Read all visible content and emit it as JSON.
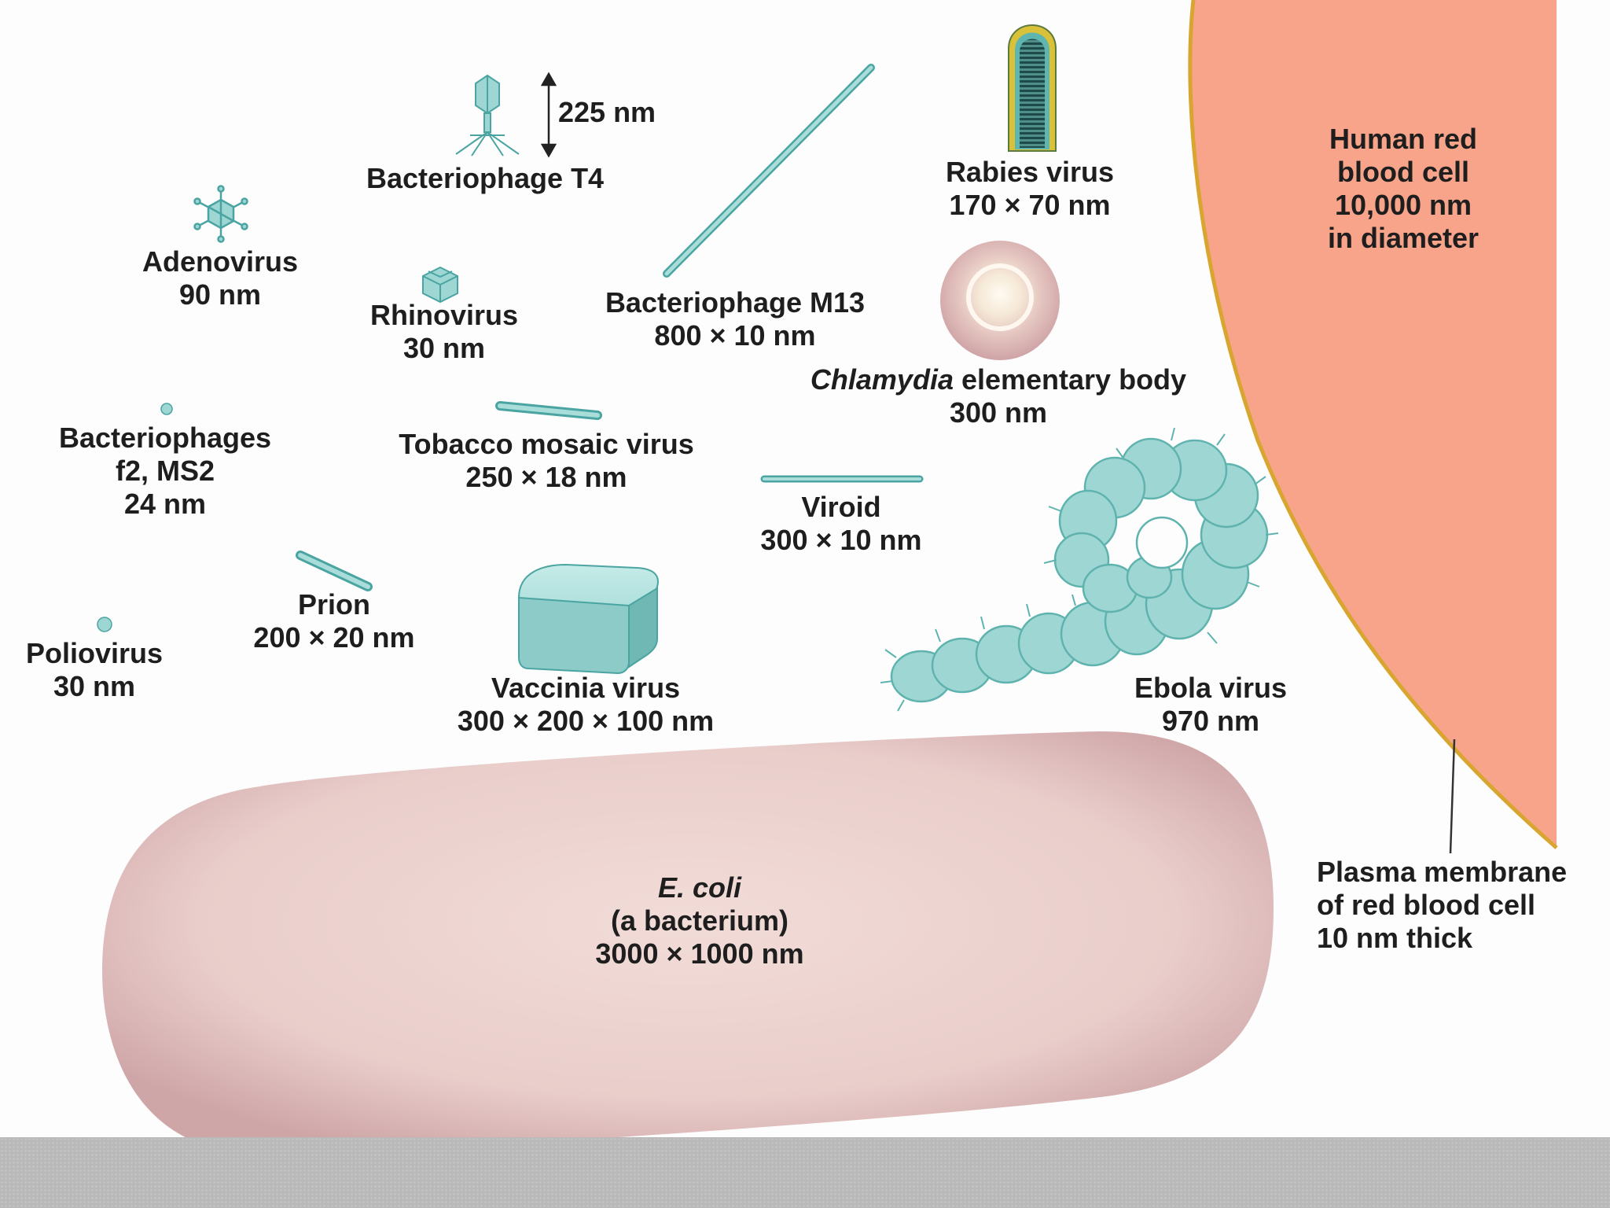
{
  "colors": {
    "virus_fill": "#9ed6d3",
    "virus_stroke": "#4aa5a2",
    "rbc_fill": "#f7a48a",
    "rbc_membrane": "#d9a531",
    "ecoli_fill": "#ecd0cd",
    "chlamydia_fill": "#dcb8b6",
    "bottom_bar": "#b9b9b9"
  },
  "labels": {
    "t4_scale": "225 nm",
    "t4_name": "Bacteriophage T4",
    "rabies_name": "Rabies virus",
    "rabies_size": "170 × 70 nm",
    "rbc_line1": "Human red",
    "rbc_line2": "blood cell",
    "rbc_line3": "10,000 nm",
    "rbc_line4": "in diameter",
    "adeno_name": "Adenovirus",
    "adeno_size": "90 nm",
    "rhino_name": "Rhinovirus",
    "rhino_size": "30 nm",
    "m13_name": "Bacteriophage M13",
    "m13_size": "800 × 10 nm",
    "chlamydia_italic": "Chlamydia",
    "chlamydia_rest": " elementary body",
    "chlamydia_size": "300 nm",
    "f2_line1": "Bacteriophages",
    "f2_line2": "f2, MS2",
    "f2_size": "24 nm",
    "tmv_name": "Tobacco mosaic virus",
    "tmv_size": "250 × 18 nm",
    "viroid_name": "Viroid",
    "viroid_size": "300 × 10 nm",
    "prion_name": "Prion",
    "prion_size": "200 × 20 nm",
    "polio_name": "Poliovirus",
    "polio_size": "30 nm",
    "vaccinia_name": "Vaccinia virus",
    "vaccinia_size": "300 × 200 × 100 nm",
    "ebola_name": "Ebola virus",
    "ebola_size": "970 nm",
    "ecoli_name": "E. coli",
    "ecoli_desc": "(a bacterium)",
    "ecoli_size": "3000 × 1000 nm",
    "pm_line1": "Plasma membrane",
    "pm_line2": "of red blood cell",
    "pm_line3": "10 nm thick"
  }
}
